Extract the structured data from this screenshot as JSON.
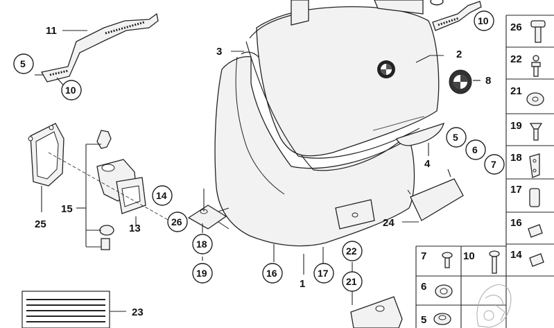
{
  "diagram": {
    "title_hint": "",
    "callouts": {
      "c1": "1",
      "c2": "2",
      "c3": "3",
      "c4": "4",
      "c5a": "5",
      "c5b": "5",
      "c5c": "5",
      "c6a": "6",
      "c6b": "6",
      "c7a": "7",
      "c7b": "7",
      "c8": "8",
      "c10a": "10",
      "c10b": "10",
      "c10c": "10",
      "c11": "11",
      "c13": "13",
      "c14a": "14",
      "c14b": "14",
      "c15": "15",
      "c16a": "16",
      "c16b": "16",
      "c17a": "17",
      "c17b": "17",
      "c18a": "18",
      "c18b": "18",
      "c19a": "19",
      "c19b": "19",
      "c21a": "21",
      "c21b": "21",
      "c22a": "22",
      "c22b": "22",
      "c23": "23",
      "c24": "24",
      "c25": "25",
      "c26a": "26",
      "c26b": "26"
    }
  }
}
